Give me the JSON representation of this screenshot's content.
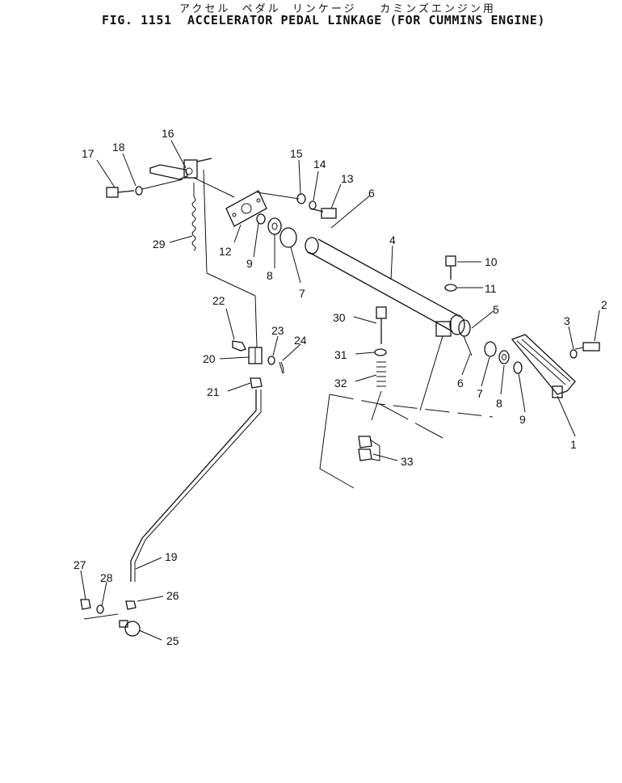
{
  "figure": {
    "subtitle_jp": "アクセル  ペダル  リンケージ    カミンズエンジン用",
    "title": "FIG. 1151  ACCELERATOR PEDAL LINKAGE (FOR CUMMINS ENGINE)"
  },
  "callouts": {
    "p1": "1",
    "p2": "2",
    "p3": "3",
    "p4": "4",
    "p5": "5",
    "p6a": "6",
    "p6b": "6",
    "p7a": "7",
    "p7b": "7",
    "p8a": "8",
    "p8b": "8",
    "p9a": "9",
    "p9b": "9",
    "p10": "10",
    "p11": "11",
    "p12": "12",
    "p13": "13",
    "p14": "14",
    "p15": "15",
    "p16": "16",
    "p17": "17",
    "p18": "18",
    "p19": "19",
    "p20": "20",
    "p21": "21",
    "p22": "22",
    "p23": "23",
    "p24": "24",
    "p25": "25",
    "p26": "26",
    "p27": "27",
    "p28": "28",
    "p29": "29",
    "p30": "30",
    "p31": "31",
    "p32": "32",
    "p33": "33"
  }
}
